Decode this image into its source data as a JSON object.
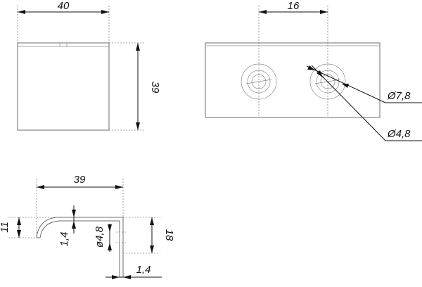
{
  "dimensions": {
    "front_width": "40",
    "front_height": "39",
    "top_spacing": "16",
    "outer_diameter": "Ø7,8",
    "inner_diameter": "Ø4,8",
    "side_length": "39",
    "side_height_small": "11",
    "side_height_large": "18",
    "wall_thickness": "1,4",
    "side_hole_diameter": "ø4,8",
    "bottom_thickness": "1,4"
  },
  "colors": {
    "outline": "#6e6e6e",
    "dimension": "#111111"
  }
}
